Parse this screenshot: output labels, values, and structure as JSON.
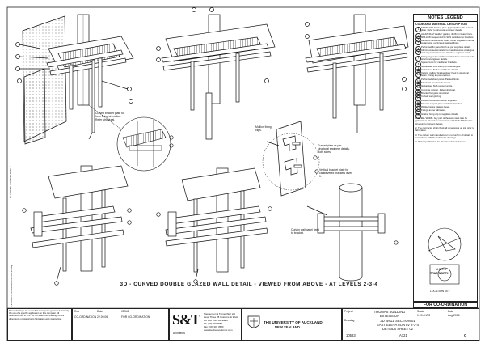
{
  "caption": "3D - CURVED DOUBLE GLAZED WALL DETAIL - VIEWED FROM ABOVE - AT LEVELS 2-3-4",
  "legend": {
    "title": "NOTES LEGEND",
    "subtitle": "CODE AND MATERIAL DESCRIPTION",
    "items": [
      {
        "num": "1",
        "text": "STAINLESS bracket plate (typical) 8mm thk. curved plate. Refer to structural engineer details."
      },
      {
        "num": "2",
        "text": "ALUMINIUM 'Ladder' grating. 40x5mm bearer bars."
      },
      {
        "num": "3",
        "text": "MULLION suspended by SHS cantilever to brackets."
      },
      {
        "num": "4",
        "text": "DESIGN Cantilevered beam. Refer engineer. Internal curtain wall, perforated, painted finish."
      },
      {
        "num": "5",
        "text": "Perforated fin panel finish as per suppliers details."
      },
      {
        "num": "6",
        "text": "Aluminium sections refer to manufacturers catalogue and as per architect and structure engineer detail."
      },
      {
        "num": "7",
        "text": "Fixing angles for cantilevered brackets at level 1 refer structural engineer details."
      },
      {
        "num": "8",
        "text": "Spacer bolts for cantilever brackets."
      },
      {
        "num": "9",
        "text": "Galvanised mild steel perimeter angles."
      },
      {
        "num": "10",
        "text": "Galvanised SHS to architects details."
      },
      {
        "num": "11",
        "text": "Vertical mullion 'bracket plate' fixed to structural beam. Fixing as per engineer."
      },
      {
        "num": "12",
        "text": "Perforated sheet panel. Painted finish."
      },
      {
        "num": "13",
        "text": "Structural steel bracket beam."
      },
      {
        "num": "14",
        "text": "Galvanised SHS support angle."
      },
      {
        "num": "15",
        "text": "Concrete column. Refer structural."
      },
      {
        "num": "16",
        "text": "Bracket fixings to structural."
      },
      {
        "num": "17",
        "text": "Curtain wall glazing."
      },
      {
        "num": "18",
        "text": "Welded connection. Refer engineer."
      },
      {
        "num": "19",
        "text": "Steel 'T' support plate welded to bracket."
      },
      {
        "num": "20",
        "text": "Welded splice plate to beam."
      },
      {
        "num": "21",
        "text": "Fixings as per fabricator."
      },
      {
        "num": "22",
        "text": "Grating fixing clip to suppliers details."
      }
    ],
    "notes": [
      "1. STEEL WORK: Any part of the work steel is to be galvanised. All work in accordance with NZS 3404 and to structural engineers details.",
      "2. The contractor shall check all dimensions on site prior to fabrication.",
      "3. The curtain wall manufacturer is to confirm all details in accordance with the architect's drawings.",
      "4. Refer specification for all materials and finishes."
    ],
    "north_label": "TRUE NORTH",
    "key_label": "LOCATION KEY",
    "key_letters": "A B C D"
  },
  "coordination": "FOR CO-ORDINATION",
  "title_block": {
    "disclaimer": "These drawings are a result of a computer generated and only the use of a specific application on this computer. All dimensions are in mm. Do not scale from drawing. Check dimensions on site prior to fabrication and construction.",
    "status": "CO-ORDINATION",
    "date_label": "Date",
    "date_value": "22.09.06",
    "rev_label": "Rev",
    "issue_label": "ISSUE",
    "issue_value": "FOR CO-ORDINATION",
    "firm_logo": "S&T",
    "firm_sub": "Architects",
    "firm_name": "Stephenson & Turner (NZ) Ltd",
    "firm_address": "Level Three 28 Customs St West PO Box 7628 Auckland",
    "firm_phone": "Ph: (09) 303 3555",
    "firm_fax": "Fax: (09) 303 3583",
    "firm_web": "www.stephensonturner.com",
    "client_line1": "THE UNIVERSITY OF AUCKLAND",
    "client_line2": "NEW ZEALAND",
    "project_label": "Project",
    "project": "THOMAS BUILDING EXTENSION",
    "scale_label": "Scale",
    "scale_value": "1:20 / NTS",
    "date2_label": "Date",
    "date2_value": "Aug 2006",
    "drawing_label": "Drawing",
    "drawing_title_1": "3D WALL SECTION 01",
    "drawing_title_2": "EAST ELEVATION LV 2-3-4",
    "drawing_title_3": "DETAILS SHEET 02",
    "job_no": "10583",
    "dwg_no": "A721",
    "rev": "C"
  },
  "callouts": {
    "detail_a": "Curved bracket plate to form fixing at mullion. Refer structural.",
    "detail_b": "Gusset plate as per structural engineer details. Both sides.",
    "detail_c": "Vertical bracket plate for cantilevered brackets level 1.",
    "detail_d": "Curtain wall panel fixed to bracket.",
    "detail_e": "Mullion fixing clips.",
    "left_vertical": "CLADDING SYSTEM TYPE 1",
    "sheet_path": "C:\\PROJECTS\\10583\\DRAWINGS\\A721.dwg"
  }
}
